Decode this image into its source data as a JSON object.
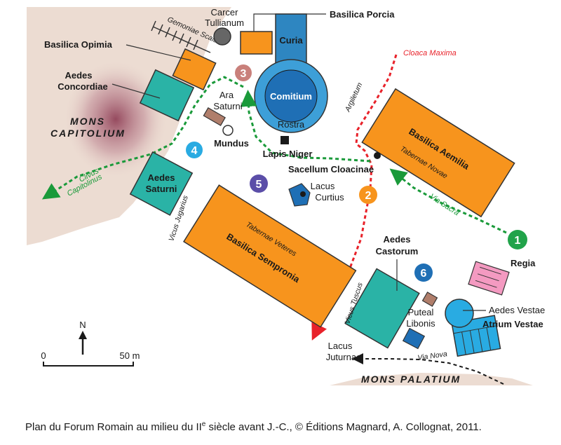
{
  "labels": {
    "carcer_1": "Carcer",
    "carcer_2": "Tullianum",
    "gemoniae": "Gemoniae Scalae",
    "basilica_porcia": "Basilica Porcia",
    "basilica_opimia": "Basilica Opimia",
    "curia": "Curia",
    "comitium": "Comitium",
    "rostra": "Rostra",
    "cloaca_maxima": "Cloaca Maxima",
    "aedes_concordiae_1": "Aedes",
    "aedes_concordiae_2": "Concordiae",
    "ara_saturni_1": "Ara",
    "ara_saturni_2": "Saturni",
    "argiletum": "Argiletum",
    "mons_capitolium_1": "MONS",
    "mons_capitolium_2": "CAPITOLIUM",
    "mundus": "Mundus",
    "lapis_niger": "Lapis Niger",
    "basilica_aemilia": "Basilica Aemilia",
    "tabernae_novae": "Tabernae Novae",
    "sacellum_cloacinae": "Sacellum Cloacinae",
    "clivus_capitolinus_1": "Clivus",
    "clivus_capitolinus_2": "Capitolinus",
    "aedes_saturni_1": "Aedes",
    "aedes_saturni_2": "Saturni",
    "lacus_curtius_1": "Lacus",
    "lacus_curtius_2": "Curtius",
    "vicus_jugarius": "Vicus Jugarius",
    "via_sacra": "Via Sacra",
    "tabernae_veteres": "Tabernae Veteres",
    "basilica_sempronia": "Basilica Sempronia",
    "aedes_castorum_1": "Aedes",
    "aedes_castorum_2": "Castorum",
    "regia": "Regia",
    "vicus_tuscus": "Vicus Tuscus",
    "puteal_libonis_1": "Puteal",
    "puteal_libonis_2": "Libonis",
    "aedes_vestae": "Aedes Vestae",
    "atrium_vestae": "Atrium Vestae",
    "lacus_juturnae_1": "Lacus",
    "lacus_juturnae_2": "Juturnae",
    "via_nova": "Via Nova",
    "mons_palatium": "MONS PALATIUM"
  },
  "numbers": {
    "n1": "1",
    "n2": "2",
    "n3": "3",
    "n4": "4",
    "n5": "5",
    "n6": "6"
  },
  "compass": {
    "north": "N"
  },
  "scale": {
    "start": "0",
    "end": "50 m"
  },
  "caption": {
    "before": "Plan du Forum Romain au milieu du II",
    "sup": "e",
    "after": " siècle avant J.-C., © Éditions Magnard, A. Collognat, 2011."
  },
  "colors": {
    "orange": "#f7941d",
    "teal": "#2ab3a6",
    "blue": "#2e86c1",
    "red_path": "#e8222a",
    "green_path": "#1a9a3a",
    "hill": "#ecdcd2",
    "pink": "#f49ac1",
    "n1": "#21a34a",
    "n2": "#f7941d",
    "n3": "#c9807b",
    "n4": "#29abe2",
    "n5": "#5b4ea8",
    "n6": "#1f6fb5"
  }
}
